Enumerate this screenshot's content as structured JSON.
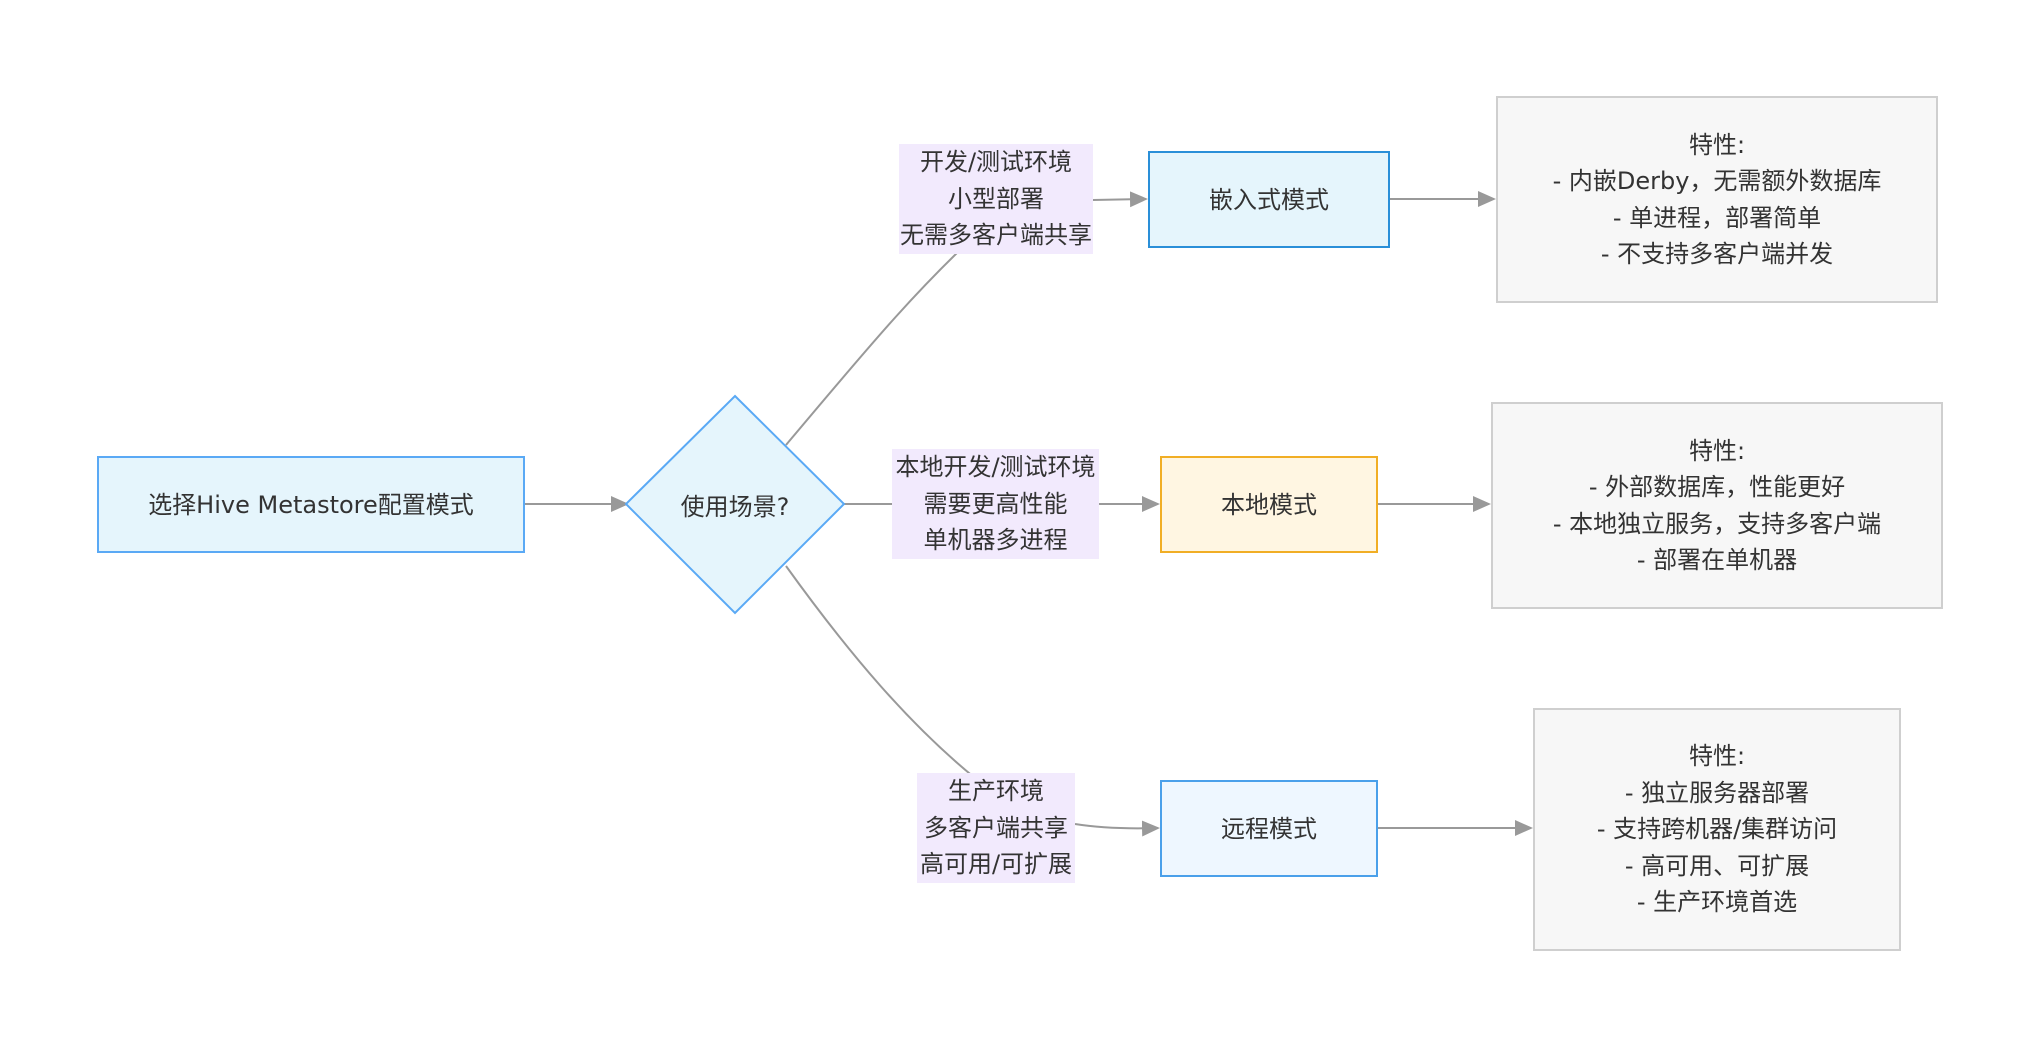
{
  "start": {
    "label": "选择Hive Metastore配置模式"
  },
  "decision": {
    "label": "使用场景?"
  },
  "modes": [
    {
      "label": "嵌入式模式",
      "condition": [
        "开发/测试环境",
        "小型部署",
        "无需多客户端共享"
      ],
      "features": [
        "特性:",
        "- 内嵌Derby，无需额外数据库",
        "- 单进程，部署简单",
        "- 不支持多客户端并发"
      ]
    },
    {
      "label": "本地模式",
      "condition": [
        "本地开发/测试环境",
        "需要更高性能",
        "单机器多进程"
      ],
      "features": [
        "特性:",
        "- 外部数据库，性能更好",
        "- 本地独立服务，支持多客户端",
        "- 部署在单机器"
      ]
    },
    {
      "label": "远程模式",
      "condition": [
        "生产环境",
        "多客户端共享",
        "高可用/可扩展"
      ],
      "features": [
        "特性:",
        "- 独立服务器部署",
        "- 支持跨机器/集群访问",
        "- 高可用、可扩展",
        "- 生产环境首选"
      ]
    }
  ],
  "colors": {
    "edge": "#999999",
    "arrow": "#999999",
    "label_bg": "#f2eafd",
    "decision_fill": "#e5f5fc",
    "decision_border": "#5aa9f5"
  }
}
